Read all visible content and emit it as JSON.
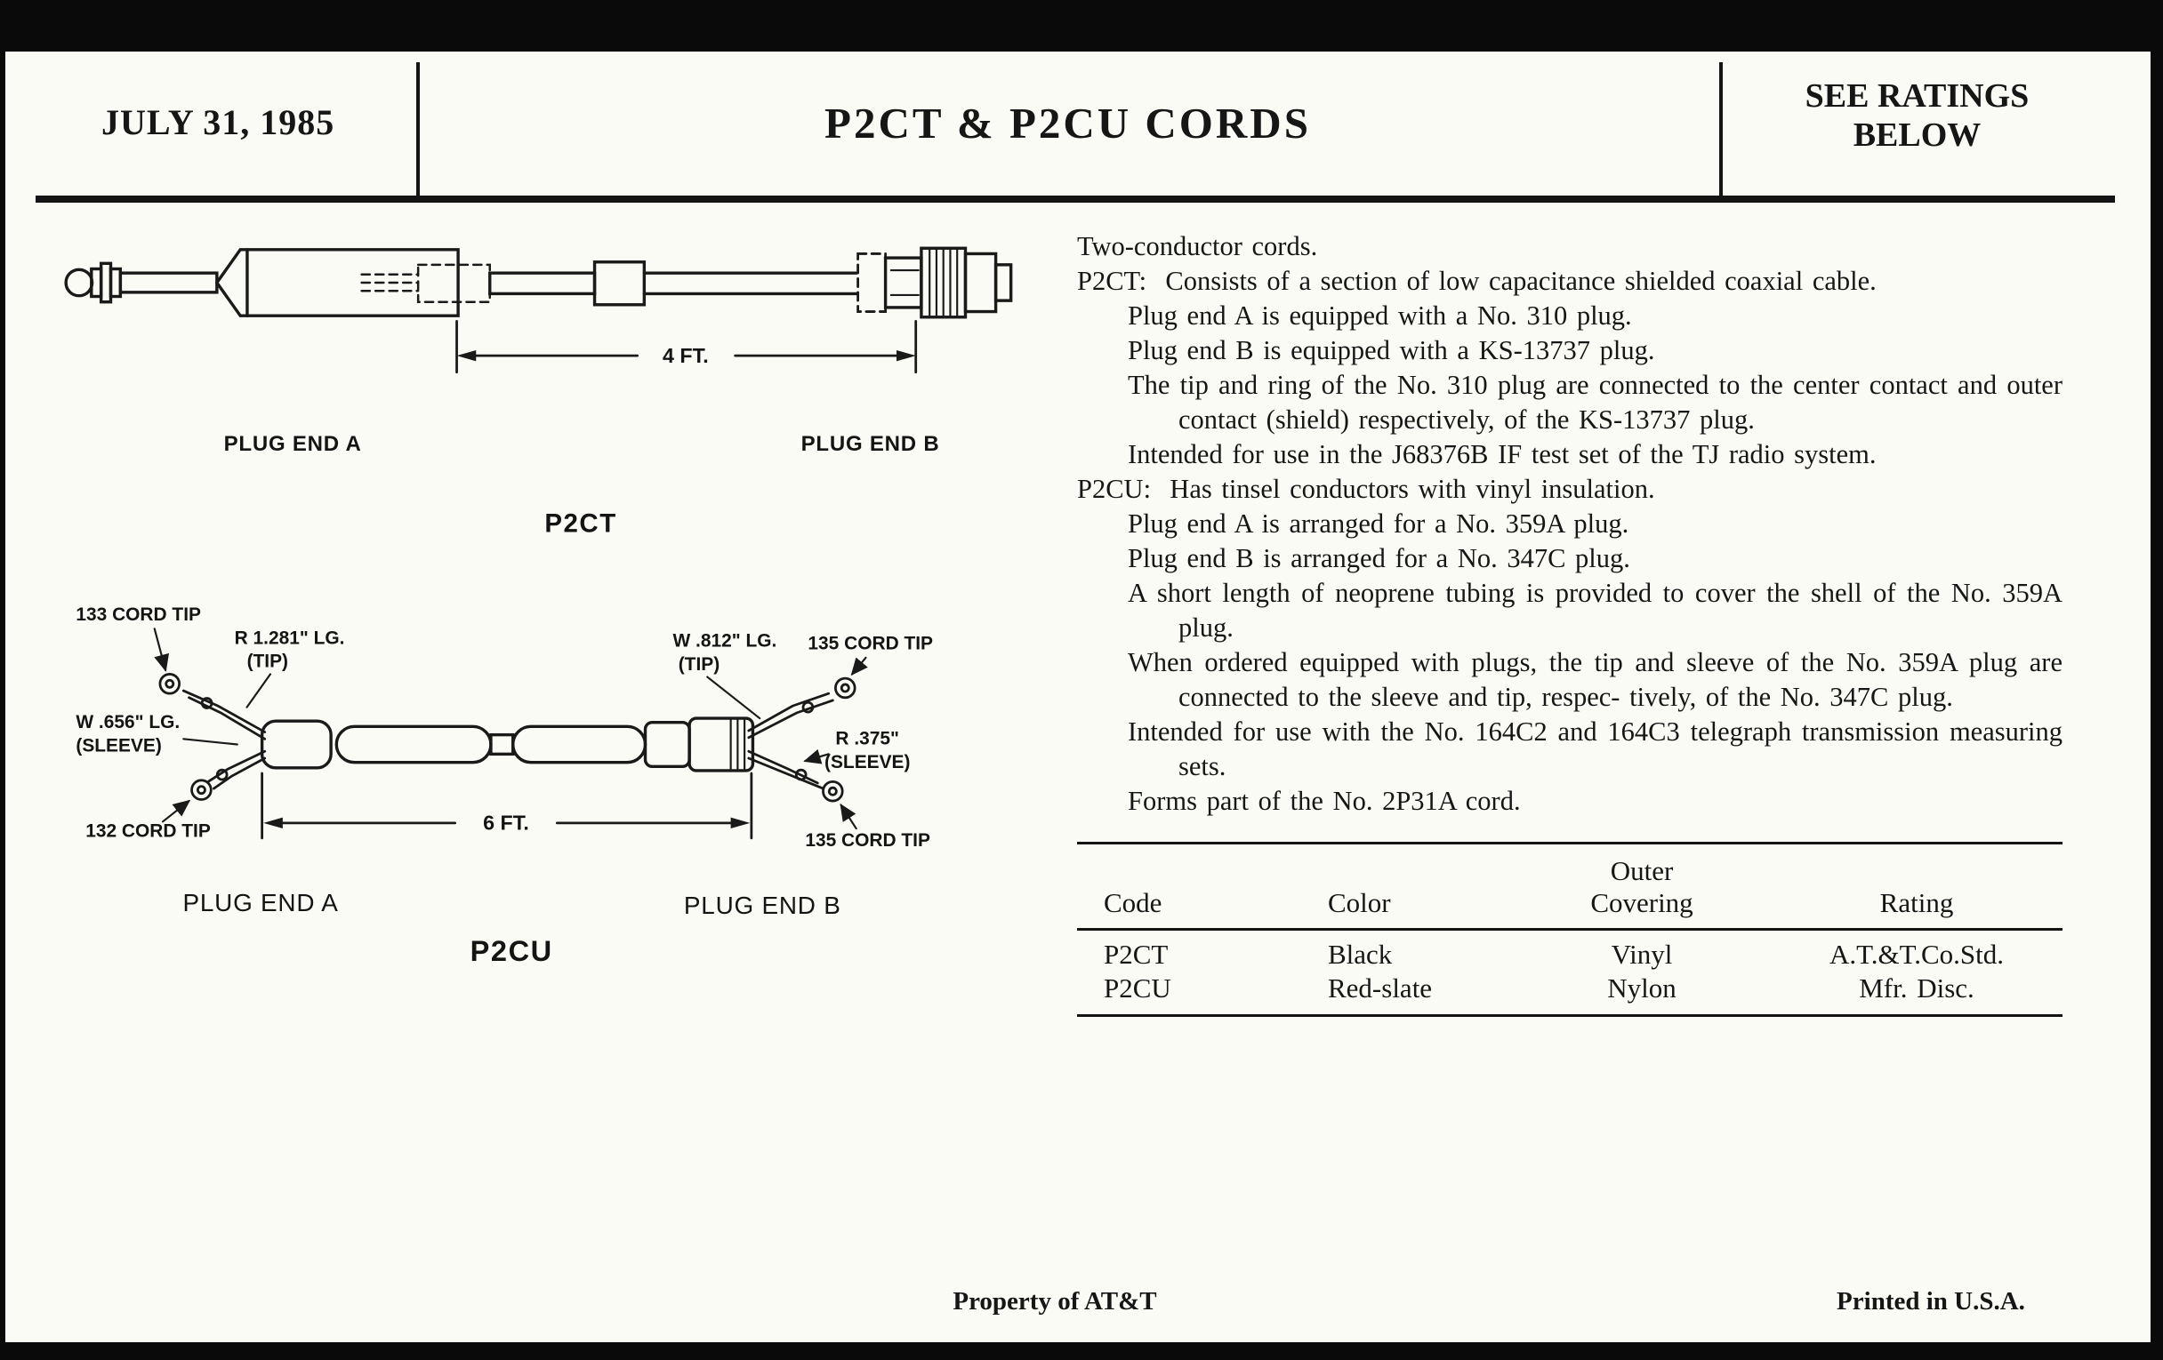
{
  "colors": {
    "ink": "#141414",
    "paper": "#fbfbf6",
    "scan_border": "#0a0a0a"
  },
  "header": {
    "date": "JULY 31, 1985",
    "title": "P2CT & P2CU CORDS",
    "ratings_note": "SEE RATINGS\nBELOW"
  },
  "diagrams": {
    "p2ct": {
      "caption": "P2CT",
      "dimension": "4 FT.",
      "plug_end_a": "PLUG END A",
      "plug_end_b": "PLUG END B"
    },
    "p2cu": {
      "caption": "P2CU",
      "dimension": "6 FT.",
      "plug_end_a": "PLUG END A",
      "plug_end_b": "PLUG END B",
      "cord_tip_133": "133 CORD TIP",
      "r_tip_length": "R 1.281\" LG.",
      "tip_left": "(TIP)",
      "w_sleeve_length": "W .656\" LG.",
      "sleeve_left": "(SLEEVE)",
      "cord_tip_132": "132 CORD TIP",
      "w_tip_length": "W .812\" LG.",
      "tip_right": "(TIP)",
      "cord_tip_135_top": "135 CORD TIP",
      "r_sleeve_length": "R .375\"",
      "sleeve_right": "(SLEEVE)",
      "cord_tip_135_bottom": "135 CORD TIP"
    }
  },
  "description": {
    "items": [
      {
        "text": "Two-conductor cords."
      },
      {
        "text": "P2CT:  Consists of a section of low capacitance shielded coaxial cable."
      },
      {
        "text": "Plug end A is equipped with a No. 310 plug."
      },
      {
        "text": "Plug end B is equipped with a KS-13737 plug."
      },
      {
        "text": "The tip and ring of the No. 310 plug are connected to the center contact and outer contact (shield) respectively, of the KS-13737 plug."
      },
      {
        "text": "Intended for use in the J68376B IF test set of the TJ radio system."
      },
      {
        "text": "P2CU:  Has tinsel conductors with vinyl insulation."
      },
      {
        "text": "Plug end A is arranged for a No. 359A plug."
      },
      {
        "text": "Plug end B is arranged for a No. 347C plug."
      },
      {
        "text": "A short length of neoprene tubing is provided to cover the shell of the No. 359A plug."
      },
      {
        "text": "When ordered equipped with plugs, the tip and sleeve of the No. 359A plug are connected to the sleeve and tip, respec- tively, of the No. 347C plug."
      },
      {
        "text": "Intended for use with the No. 164C2 and 164C3 telegraph transmission measuring sets."
      },
      {
        "text": "Forms part of the No. 2P31A cord."
      }
    ]
  },
  "table": {
    "headers": [
      "Code",
      "Color",
      "Outer\nCovering",
      "Rating"
    ],
    "rows": [
      [
        "P2CT",
        "Black",
        "Vinyl",
        "A.T.&T.Co.Std."
      ],
      [
        "P2CU",
        "Red-slate",
        "Nylon",
        "Mfr. Disc."
      ]
    ]
  },
  "footer": {
    "property": "Property of AT&T",
    "printed": "Printed in U.S.A."
  }
}
